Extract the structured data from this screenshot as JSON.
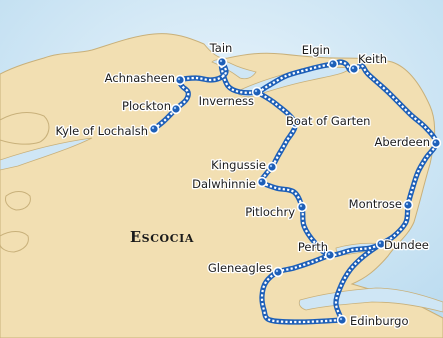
{
  "map": {
    "region_label": "Escocia",
    "colors": {
      "sea": "#cfe6f5",
      "land": "#f2dfb2",
      "coast": "#c8b07a",
      "route": "#1d5fb8",
      "station": "#1d5fb8"
    },
    "stations": [
      {
        "id": "tain",
        "name": "Tain"
      },
      {
        "id": "elgin",
        "name": "Elgin"
      },
      {
        "id": "keith",
        "name": "Keith"
      },
      {
        "id": "achnasheen",
        "name": "Achnasheen"
      },
      {
        "id": "inverness",
        "name": "Inverness"
      },
      {
        "id": "plockton",
        "name": "Plockton"
      },
      {
        "id": "boat-of-garten",
        "name": "Boat of Garten"
      },
      {
        "id": "kyle-of-lochalsh",
        "name": "Kyle of Lochalsh"
      },
      {
        "id": "aberdeen",
        "name": "Aberdeen"
      },
      {
        "id": "kingussie",
        "name": "Kingussie"
      },
      {
        "id": "dalwhinnie",
        "name": "Dalwhinnie"
      },
      {
        "id": "pitlochry",
        "name": "Pitlochry"
      },
      {
        "id": "montrose",
        "name": "Montrose"
      },
      {
        "id": "dundee",
        "name": "Dundee"
      },
      {
        "id": "perth",
        "name": "Perth"
      },
      {
        "id": "gleneagles",
        "name": "Gleneagles"
      },
      {
        "id": "edinburgo",
        "name": "Edinburgo"
      }
    ]
  }
}
